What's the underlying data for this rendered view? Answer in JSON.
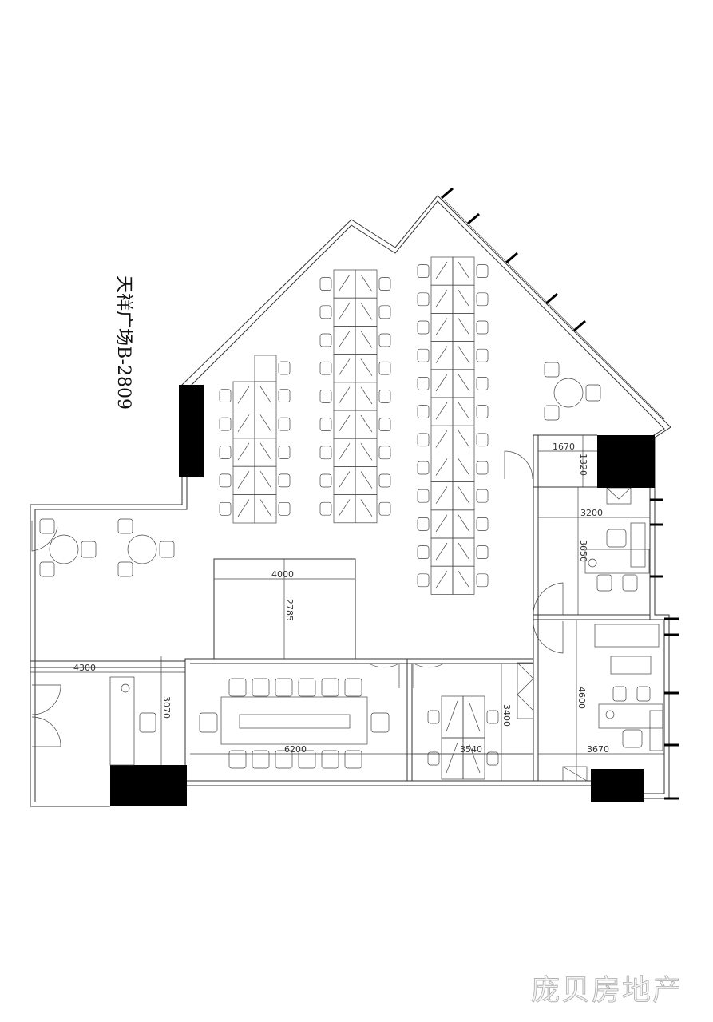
{
  "plan": {
    "title": "天祥广场B-2809",
    "watermark": "庞贝房地产"
  },
  "dimensions": {
    "small_room_width": "1670",
    "small_room_depth": "1320",
    "office1_width": "3200",
    "office1_depth": "3650",
    "feature_width": "4000",
    "feature_depth": "2785",
    "reception_width": "4300",
    "reception_depth": "3070",
    "meeting_width": "6200",
    "room2_depth": "3400",
    "room2_width": "3540",
    "office2_depth": "4600",
    "office2_width": "3670"
  },
  "colors": {
    "line": "#333333",
    "pillar": "#000000",
    "watermark": "#aaaaaa"
  }
}
